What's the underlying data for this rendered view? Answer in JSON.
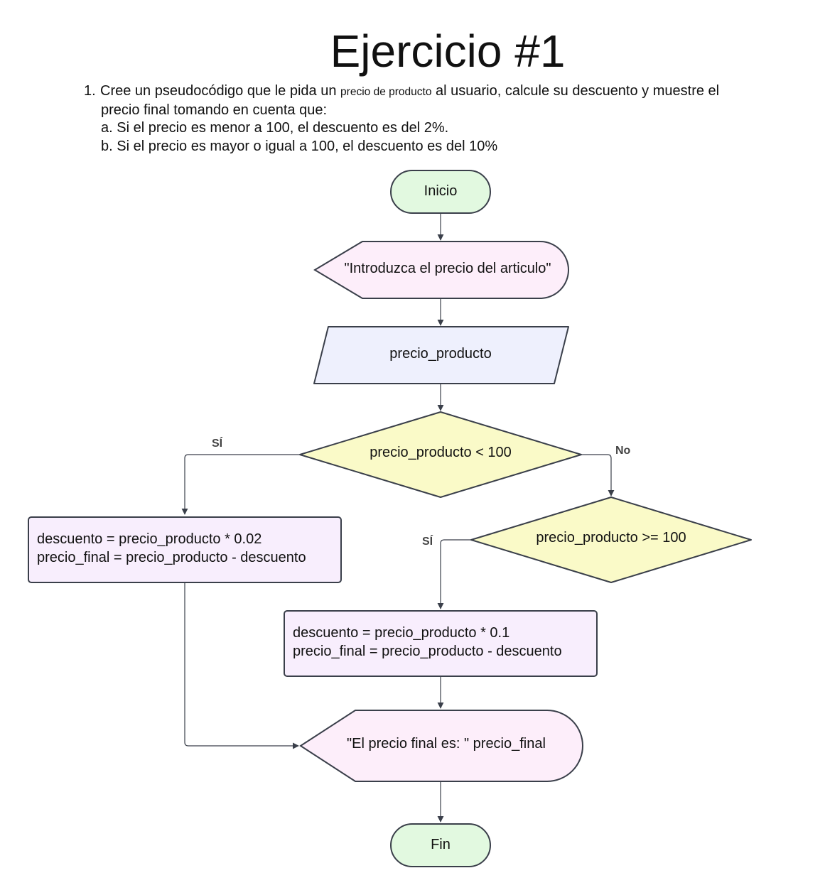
{
  "title": "Ejercicio #1",
  "statement": {
    "number": "1.",
    "line1_before": "Cree un pseudocódigo que le pida un ",
    "line1_small": "precio de producto",
    "line1_after": " al usuario, calcule su descuento y muestre el",
    "line2": "precio final tomando en cuenta que:",
    "item_a": "a. Si el precio es menor a 100, el descuento es del 2%.",
    "item_b": "b. Si el precio es mayor o igual a 100, el descuento es del 10%"
  },
  "flow": {
    "start": "Inicio",
    "prompt": "\"Introduzca el precio del articulo\"",
    "input": "precio_producto",
    "decision1": "precio_producto < 100",
    "decision1_yes": "SÍ",
    "decision1_no": "No",
    "process1": [
      "descuento = precio_producto * 0.02",
      "precio_final = precio_producto - descuento"
    ],
    "decision2": "precio_producto >= 100",
    "decision2_yes": "SÍ",
    "process2": [
      "descuento = precio_producto * 0.1",
      "precio_final = precio_producto - descuento"
    ],
    "output": "\"El precio final es: \" precio_final",
    "end": "Fin"
  },
  "colors": {
    "terminal": "#e2f9e0",
    "display": "#fdeefa",
    "input": "#eef0fd",
    "decision": "#fafac8",
    "process": "#f8eefd",
    "stroke": "#3a3f4a"
  }
}
